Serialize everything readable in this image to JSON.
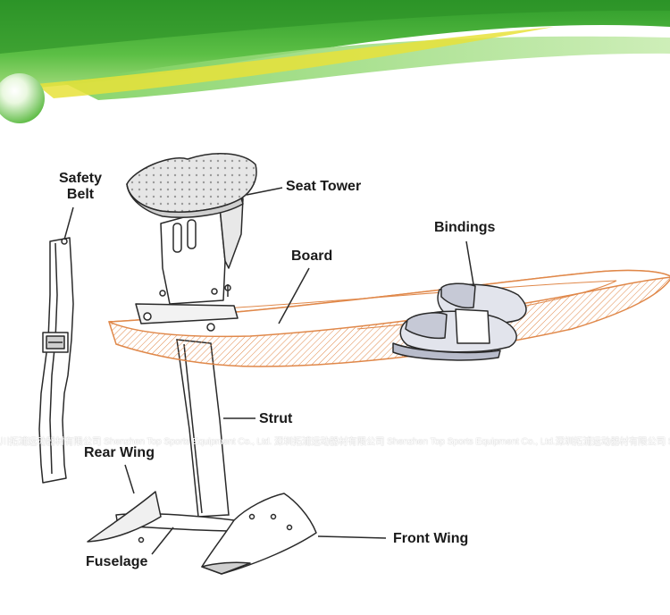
{
  "labels": {
    "safety_belt_line1": "Safety",
    "safety_belt_line2": "Belt",
    "seat_tower": "Seat Tower",
    "bindings": "Bindings",
    "board": "Board",
    "strut": "Strut",
    "rear_wing": "Rear Wing",
    "fuselage": "Fuselage",
    "front_wing": "Front Wing"
  },
  "watermark": "川拓浦运动器材有限公司 Shenzhen Top Sports Equipment Co., Ltd.   深圳拓浦运动器材有限公司 Shenzhen Top Sports Equipment Co., Ltd.深圳拓浦运动器材有限公司 Shenzhen Top Sports Equipment Co., Ltd.深圳拓浦运动器材有限公司 Shenz",
  "colors": {
    "banner_dark": "#2e9b2a",
    "banner_light": "#a6dc7e",
    "accent_yellow": "#e8e23a",
    "board_outline": "#e0884a",
    "line": "#2a2a2a"
  }
}
